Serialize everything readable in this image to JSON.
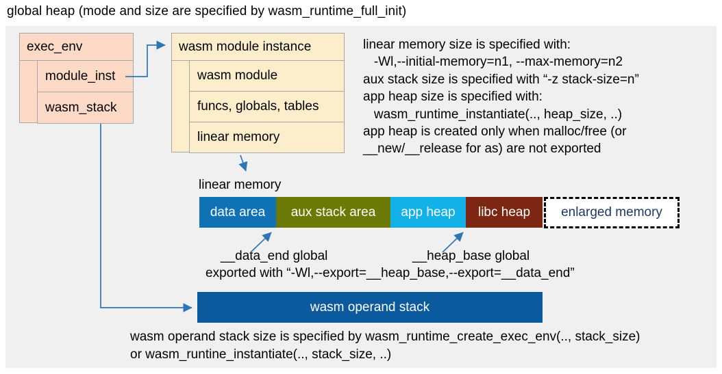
{
  "title": "global heap (mode and size are specified by wasm_runtime_full_init)",
  "exec_env": {
    "header": "exec_env",
    "rows": [
      "module_inst",
      "wasm_stack"
    ]
  },
  "module_instance": {
    "header": "wasm module instance",
    "rows": [
      "wasm module",
      "funcs, globals, tables",
      "linear memory"
    ]
  },
  "notes_right": {
    "lines": [
      "linear memory size is specified with:",
      "   -Wl,--initial-memory=n1, --max-memory=n2",
      "aux stack size is specified with “-z stack-size=n”",
      "app heap size is specified with:",
      "   wasm_runtime_instantiate(.., heap_size, ..)",
      "app heap is created only when malloc/free (or",
      "__new/__release for as) are not exported"
    ]
  },
  "linear_memory": {
    "label": "linear memory",
    "segments": [
      {
        "label": "data area",
        "color": "#0e72b5"
      },
      {
        "label": "aux stack area",
        "color": "#6b7a05"
      },
      {
        "label": "app heap",
        "color": "#12b1e7"
      },
      {
        "label": "libc heap",
        "color": "#7c2613"
      },
      {
        "label": "enlarged memory",
        "color": "#ffffff",
        "border": "dashed",
        "text_color": "#1f3864"
      }
    ]
  },
  "globals": {
    "data_end_label": "__data_end global",
    "heap_base_label": "__heap_base global",
    "exported_line": "exported with “-Wl,--export=__heap_base,--export=__data_end”"
  },
  "operand_stack": {
    "label": "wasm operand stack",
    "color": "#0b5a9d"
  },
  "notes_bottom": {
    "line1": "wasm operand stack size is specified by wasm_runtime_create_exec_env(.., stack_size)",
    "line2": "or wasm_runtine_instantiate(.., stack_size, ..)"
  },
  "colors": {
    "canvas_background": "#f0f0f0",
    "struct_fill_pink": "#fcdac6",
    "struct_fill_cream": "#fdeecb",
    "arrow_blue": "#2e75b6"
  }
}
